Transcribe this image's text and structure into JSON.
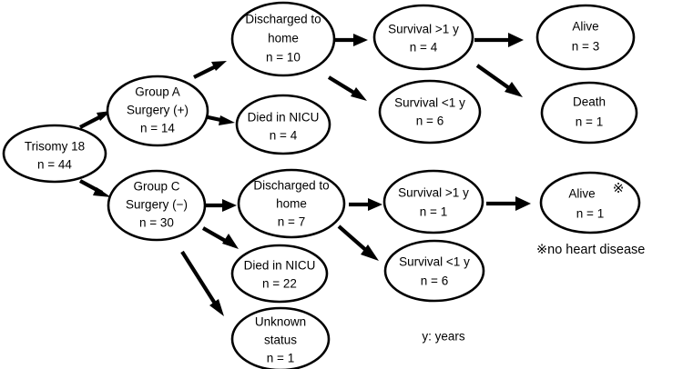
{
  "diagram": {
    "title": "Trisomy 18 outcome flow diagram",
    "colors": {
      "stroke": "#000000",
      "fill": "#ffffff",
      "text": "#000000"
    },
    "nodes": [
      {
        "id": "root",
        "line1": "Trisomy 18",
        "line2": "n = 44",
        "line3": ""
      },
      {
        "id": "group-a",
        "line1": "Group A",
        "line2": "Surgery (+)",
        "line3": "n = 14"
      },
      {
        "id": "group-c",
        "line1": "Group C",
        "line2": "Surgery (−)",
        "line3": "n = 30"
      },
      {
        "id": "a-discharged",
        "line1": "Discharged to",
        "line2": "home",
        "line3": "n = 10"
      },
      {
        "id": "a-died-nicu",
        "line1": "Died in NICU",
        "line2": "n = 4",
        "line3": ""
      },
      {
        "id": "a-surv-gt1",
        "line1": "Survival >1 y",
        "line2": "n = 4",
        "line3": ""
      },
      {
        "id": "a-surv-lt1",
        "line1": "Survival <1 y",
        "line2": "n = 6",
        "line3": ""
      },
      {
        "id": "a-alive",
        "line1": "Alive",
        "line2": "n = 3",
        "line3": ""
      },
      {
        "id": "a-death",
        "line1": "Death",
        "line2": "n = 1",
        "line3": ""
      },
      {
        "id": "c-discharged",
        "line1": "Discharged to",
        "line2": "home",
        "line3": "n = 7"
      },
      {
        "id": "c-died-nicu",
        "line1": "Died in NICU",
        "line2": "n = 22",
        "line3": ""
      },
      {
        "id": "c-unknown",
        "line1": "Unknown",
        "line2": "status",
        "line3": "n = 1"
      },
      {
        "id": "c-surv-gt1",
        "line1": "Survival >1 y",
        "line2": "n = 1",
        "line3": ""
      },
      {
        "id": "c-surv-lt1",
        "line1": "Survival <1 y",
        "line2": "n = 6",
        "line3": ""
      },
      {
        "id": "c-alive",
        "line1": "Alive",
        "line2": "n = 1",
        "line3": ""
      }
    ],
    "marks": {
      "alive_reference_mark": "※"
    },
    "annotations": [
      {
        "id": "legend-mark",
        "text": "※no heart disease"
      },
      {
        "id": "legend-years",
        "text": "y: years"
      }
    ]
  }
}
